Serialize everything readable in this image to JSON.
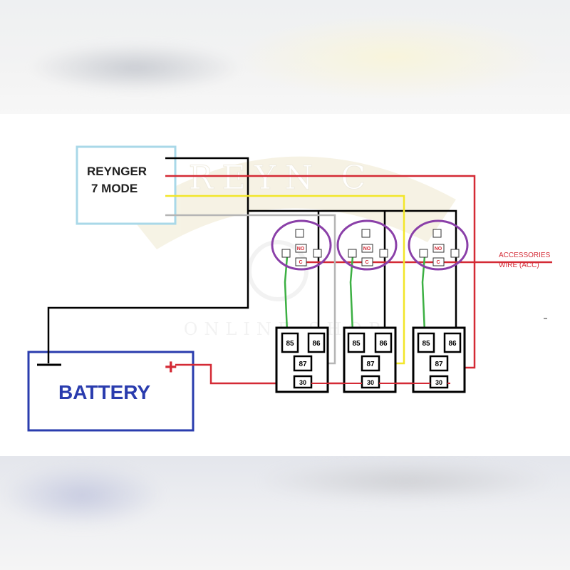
{
  "controller": {
    "line1": "REYNGER",
    "line2": "7 MODE"
  },
  "battery": {
    "label": "BATTERY",
    "positive": "+"
  },
  "accessories": {
    "line1": "ACCESSORIES",
    "line2": "WIRE (ACC)"
  },
  "watermark": {
    "brand": "REYN C",
    "sub": "ONLINE SHOP"
  },
  "switch_labels": {
    "no": "NO",
    "c": "C"
  },
  "relays": [
    {
      "pin85": "85",
      "pin86": "86",
      "pin87": "87",
      "pin30": "30"
    },
    {
      "pin85": "85",
      "pin86": "86",
      "pin87": "87",
      "pin30": "30"
    },
    {
      "pin85": "85",
      "pin86": "86",
      "pin87": "87",
      "pin30": "30"
    }
  ],
  "colors": {
    "red": "#d42a35",
    "yellow": "#f2e629",
    "gray": "#b5b5b5",
    "green": "#3cb043",
    "black": "#000000",
    "purple": "#8a3fa8",
    "controller_border": "#a9d8e8",
    "battery_border": "#2a3cae",
    "battery_text": "#2a3cae"
  }
}
